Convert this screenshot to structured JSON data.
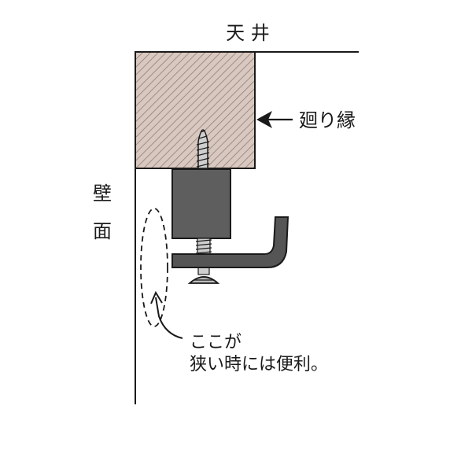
{
  "labels": {
    "ceiling": "天 井",
    "molding": "廻り縁",
    "wall_1": "壁",
    "wall_2": "面",
    "note_line1": "ここが",
    "note_line2": "狭い時には便利。"
  },
  "colors": {
    "line": "#1a1a1a",
    "molding_fill": "#d9c8bf",
    "hatch": "#8c7f79",
    "block_fill": "#5e5e5e",
    "hook_fill": "#555555",
    "screw_fill": "#bdbdbd"
  }
}
